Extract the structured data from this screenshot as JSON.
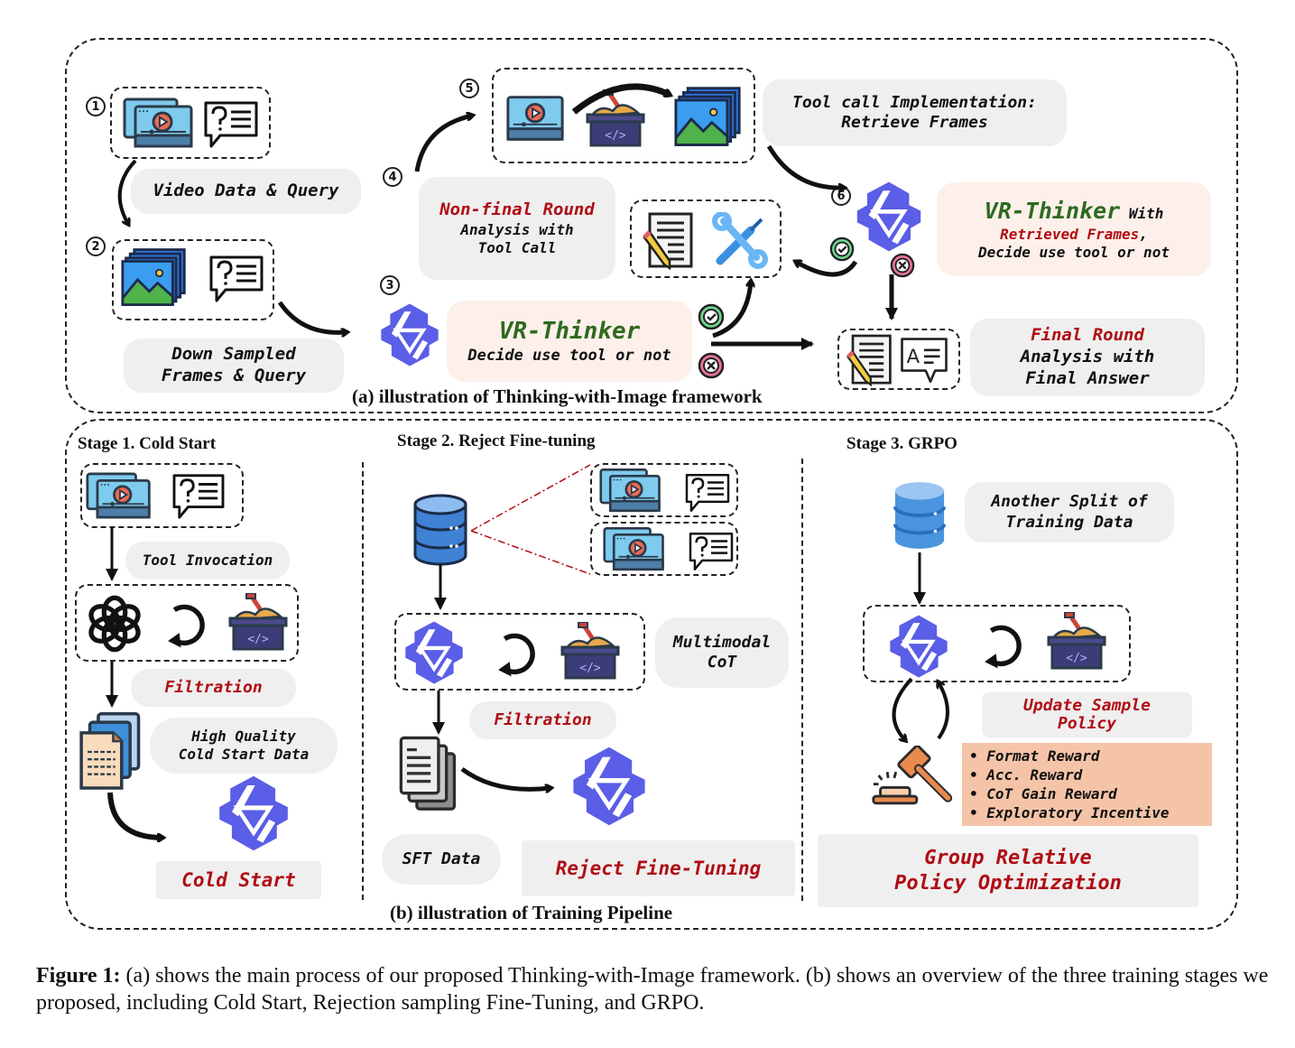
{
  "part_a": {
    "caption": "(a) illustration of Thinking-with-Image framework",
    "steps": {
      "s1": "1",
      "s2": "2",
      "s3": "3",
      "s4": "4",
      "s5": "5",
      "s6": "6"
    },
    "video_query_label": "Video Data & Query",
    "downsampled_label_line1": "Down Sampled",
    "downsampled_label_line2": "Frames & Query",
    "nonfinal_title": "Non-final Round",
    "nonfinal_line2": "Analysis with",
    "nonfinal_line3": "Tool Call",
    "tool_impl_line1": "Tool call Implementation:",
    "tool_impl_line2": "Retrieve Frames",
    "thinker_center_title": "VR-Thinker",
    "thinker_center_sub": "Decide use tool or not",
    "thinker_right_title": "VR-Thinker",
    "thinker_right_with": "With",
    "thinker_right_retrieved": "Retrieved Frames",
    "thinker_right_comma": ",",
    "thinker_right_sub": "Decide use tool or not",
    "final_title": "Final Round",
    "final_line2": "Analysis with",
    "final_line3": "Final Answer"
  },
  "part_b": {
    "caption": "(b) illustration of Training Pipeline",
    "stage1": {
      "title": "Stage 1. Cold Start",
      "tool_invocation": "Tool Invocation",
      "filtration": "Filtration",
      "hq_line1": "High Quality",
      "hq_line2": "Cold Start Data",
      "result": "Cold Start"
    },
    "stage2": {
      "title": "Stage 2. Reject Fine-tuning",
      "multimodal_line1": "Multimodal",
      "multimodal_line2": "CoT",
      "filtration": "Filtration",
      "sft": "SFT Data",
      "result": "Reject Fine-Tuning"
    },
    "stage3": {
      "title": "Stage 3. GRPO",
      "split_line1": "Another Split of",
      "split_line2": "Training Data",
      "update_line1": "Update Sample",
      "update_line2": "Policy",
      "rewards": [
        "Format Reward",
        "Acc. Reward",
        "CoT Gain Reward",
        "Exploratory Incentive"
      ],
      "result_line1": "Group Relative",
      "result_line2": "Policy Optimization"
    }
  },
  "figure_caption": {
    "label": "Figure 1:",
    "text": " (a) shows the main process of our proposed Thinking-with-Image framework. (b) shows an overview of the three training stages we proposed, including Cold Start, Rejection sampling Fine-Tuning, and GRPO."
  },
  "colors": {
    "accent_red": "#b00d14",
    "thinker_green": "#2d6a1f",
    "logo_purple": "#5b5ee6",
    "pill_gray": "#efefef",
    "peach": "#fdf0ea",
    "reward_orange": "#f5c4a8"
  }
}
